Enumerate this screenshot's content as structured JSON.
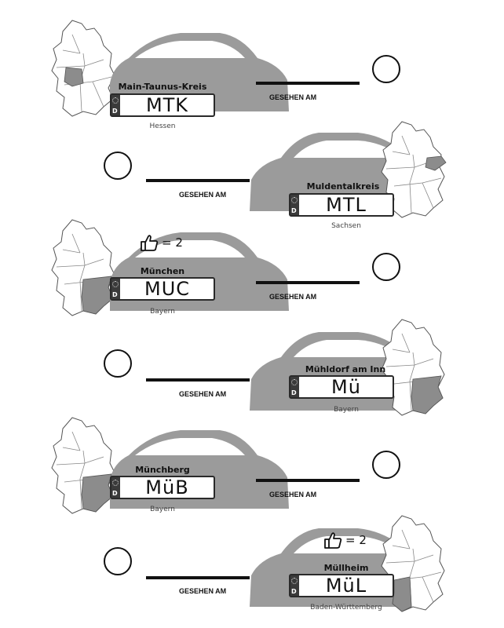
{
  "seen_label": "GESEHEN AM",
  "cards": [
    {
      "kreis": "Main-Taunus-Kreis",
      "code": "MTK",
      "land": "Hessen",
      "likes": ""
    },
    {
      "kreis": "Muldentalkreis",
      "code": "MTL",
      "land": "Sachsen",
      "likes": ""
    },
    {
      "kreis": "München",
      "code": "MUC",
      "land": "Bayern",
      "likes": "= 2"
    },
    {
      "kreis": "Mühldorf am Inn",
      "code": "Mü",
      "land": "Bayern",
      "likes": ""
    },
    {
      "kreis": "Münchberg",
      "code": "MüB",
      "land": "Bayern",
      "likes": ""
    },
    {
      "kreis": "Müllheim",
      "code": "MüL",
      "land": "Baden-Württemberg",
      "likes": "= 2"
    }
  ],
  "colors": {
    "car": "#9b9b9b",
    "car_window": "#ffffff",
    "map_fill": "#ffffff",
    "map_highlight": "#8c8c8c",
    "line": "#111111"
  }
}
